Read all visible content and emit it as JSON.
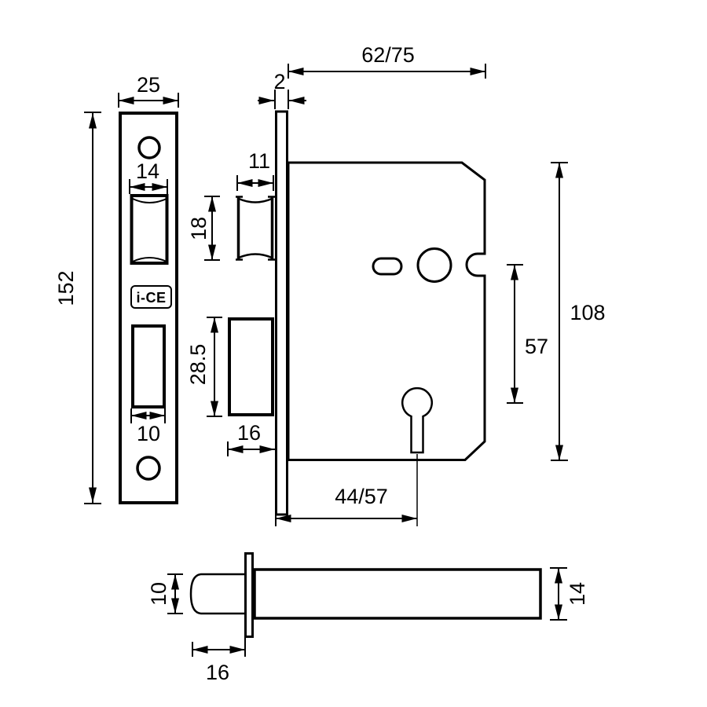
{
  "style": {
    "ink": "#000000",
    "paper": "#ffffff"
  },
  "drawing": {
    "brand": "i-CE",
    "views": {
      "front": {
        "plate_width": "25",
        "plate_height": "152",
        "latch_cutout_width": "14",
        "bolt_cutout_width": "10"
      },
      "side": {
        "case_depth": "62/75",
        "faceplate_thickness": "2",
        "latch_protrusion": "11",
        "latch_height": "18",
        "deadbolt_height": "28.5",
        "deadbolt_depth": "16",
        "backset": "44/57",
        "hub_to_keyhole": "57",
        "case_height": "108"
      },
      "bottom": {
        "latch_width": "10",
        "latch_depth": "16",
        "case_width": "14"
      }
    }
  }
}
